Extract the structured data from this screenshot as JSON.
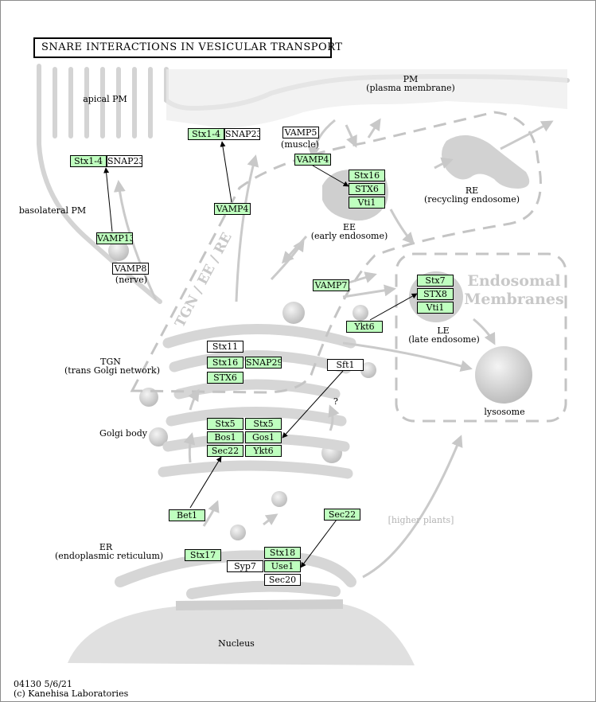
{
  "title": "SNARE INTERACTIONS IN VESICULAR TRANSPORT",
  "labels": {
    "pm": "PM",
    "pm_sub": "(plasma membrane)",
    "apical_pm": "apical PM",
    "basolateral_pm": "basolateral PM",
    "muscle": "(muscle)",
    "nerve": "(nerve)",
    "re": "RE",
    "re_sub": "(recycling endosome)",
    "ee": "EE",
    "ee_sub": "(early endosome)",
    "le": "LE",
    "le_sub": "(late endosome)",
    "lysosome": "lysosome",
    "tgn": "TGN",
    "tgn_sub": "(trans Golgi network)",
    "golgi": "Golgi body",
    "er": "ER",
    "er_sub": "(endoplasmic reticulum)",
    "nucleus": "Nucleus",
    "higher_plants": "[higher plants]",
    "question": "?",
    "tgn_ee_re": "TGN / EE / RE",
    "endosomal_1": "Endosomal",
    "endosomal_2": "Membranes"
  },
  "genes": {
    "stx14_pm": "Stx1-4",
    "snap23_pm": "SNAP23",
    "stx14_bl": "Stx1-4",
    "snap23_bl": "SNAP23",
    "vamp5": "VAMP5",
    "vamp4_a": "VAMP4",
    "vamp4_b": "VAMP4",
    "vamp13": "VAMP13",
    "vamp8": "VAMP8",
    "stx16_ee": "Stx16",
    "stx6_ee": "STX6",
    "vti1_ee": "Vti1",
    "vamp7": "VAMP7",
    "stx7": "Stx7",
    "stx8": "STX8",
    "vti1_le": "Vti1",
    "ykt6_le": "Ykt6",
    "stx11": "Stx11",
    "stx16_tgn": "Stx16",
    "snap29": "SNAP29",
    "stx6_tgn": "STX6",
    "sft1": "Sft1",
    "stx5_a": "Stx5",
    "stx5_b": "Stx5",
    "bos1": "Bos1",
    "gos1": "Gos1",
    "sec22_g": "Sec22",
    "ykt6_g": "Ykt6",
    "bet1": "Bet1",
    "sec22_er": "Sec22",
    "stx17": "Stx17",
    "syp7": "Syp7",
    "stx18": "Stx18",
    "use1": "Use1",
    "sec20": "Sec20"
  },
  "footer": {
    "map_id": "04130 5/6/21",
    "copyright": "(c) Kanehisa Laboratories"
  },
  "colors": {
    "gene_fill": "#bfffbf",
    "compound_fill": "#ffffff",
    "organelle": "#d8d8d8",
    "dashed_outline": "#c0c0c0",
    "endosomal_text": "#c8c8c8"
  }
}
